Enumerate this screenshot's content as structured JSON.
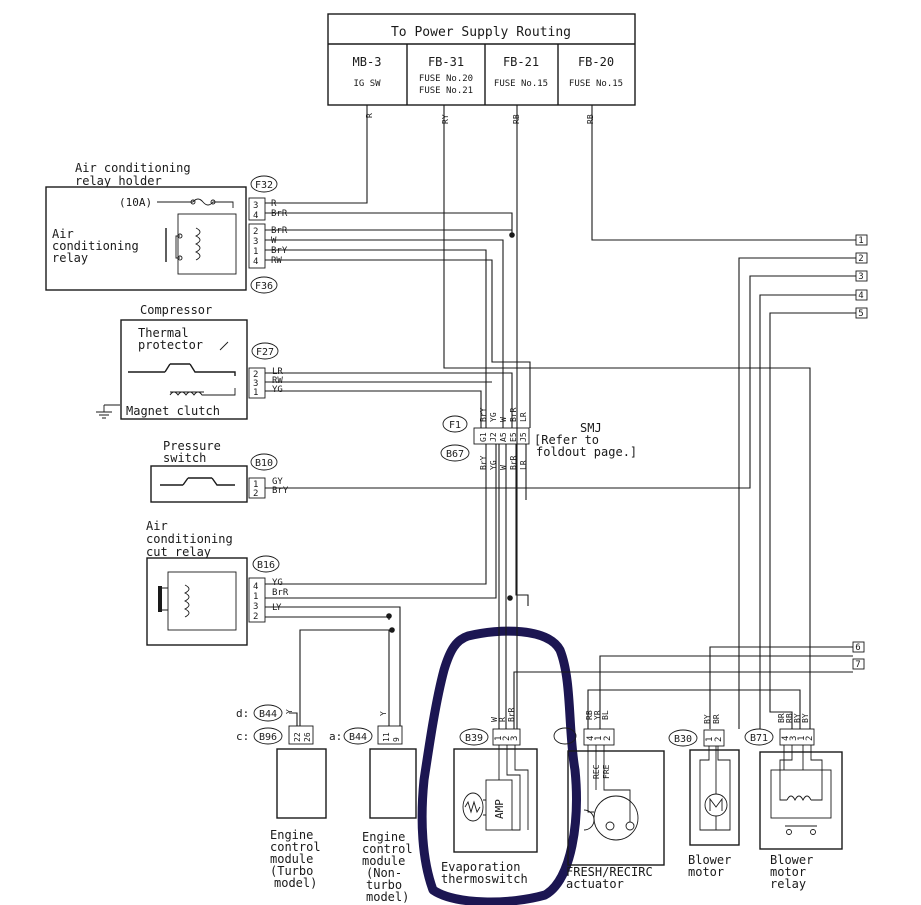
{
  "power": {
    "title": "To Power Supply Routing",
    "cols": [
      {
        "code": "MB-3",
        "l1": "IG SW",
        "l2": ""
      },
      {
        "code": "FB-31",
        "l1": "FUSE No.20",
        "l2": "FUSE No.21"
      },
      {
        "code": "FB-21",
        "l1": "FUSE No.15",
        "l2": ""
      },
      {
        "code": "FB-20",
        "l1": "FUSE No.15",
        "l2": ""
      }
    ],
    "wires": [
      "R",
      "RY",
      "RB",
      "RB"
    ]
  },
  "relay_holder": {
    "title1": "Air conditioning",
    "title2": "relay holder",
    "fuse": "(10A)",
    "relay1": "Air",
    "relay2": "conditioning",
    "relay3": "relay",
    "conn_top": "F32",
    "conn_bottom": "F36",
    "pins": [
      "3",
      "4",
      "2",
      "3",
      "1",
      "4"
    ],
    "wires": [
      "R",
      "BrR",
      "BrR",
      "W",
      "BrY",
      "RW"
    ]
  },
  "compressor": {
    "title": "Compressor",
    "thermal1": "Thermal",
    "thermal2": "protector",
    "clutch": "Magnet clutch",
    "conn": "F27",
    "pins": [
      "2",
      "3",
      "1"
    ],
    "wires": [
      "LR",
      "RW",
      "YG"
    ]
  },
  "smj": {
    "conn_top": "F1",
    "conn_bottom": "B67",
    "title": "SMJ",
    "ref1": "[Refer to",
    "ref2": "foldout page.]",
    "top_wires": [
      "BrY",
      "YG",
      "W",
      "BrR",
      "LR"
    ],
    "pins": [
      "G1",
      "J2",
      "A5",
      "E5",
      "J5"
    ],
    "bottom_wires": [
      "BrY",
      "YG",
      "W",
      "BrR",
      "LR"
    ]
  },
  "pressure_switch": {
    "title1": "Pressure",
    "title2": "switch",
    "conn": "B10",
    "pins": [
      "1",
      "2"
    ],
    "wires": [
      "GY",
      "BrY"
    ]
  },
  "cut_relay": {
    "title1": "Air",
    "title2": "conditioning",
    "title3": "cut relay",
    "conn": "B16",
    "pins": [
      "4",
      "1",
      "3",
      "2"
    ],
    "wires": [
      "YG",
      "BrR",
      "Y",
      "L"
    ]
  },
  "ecm_turbo": {
    "conn_label": "d:",
    "conn": "B44",
    "conn2_label": "c:",
    "conn2": "B96",
    "pins": [
      "22",
      "26"
    ],
    "wire": "Y",
    "name": [
      "Engine",
      "control",
      "module",
      "(Turbo",
      "model)"
    ]
  },
  "ecm_nonturbo": {
    "conn_label": "a:",
    "conn": "B44",
    "pins": [
      "11",
      "9"
    ],
    "wire": "Y",
    "name": [
      "Engine",
      "control",
      "module",
      "(Non-",
      "turbo",
      "model)"
    ]
  },
  "thermoswitch": {
    "conn": "B39",
    "pins": [
      "1",
      "2",
      "3"
    ],
    "wires": [
      "W",
      "R",
      "BrR"
    ],
    "amp": "AMP",
    "name1": "Evaporation",
    "name2": "thermoswitch"
  },
  "actuator": {
    "pins": [
      "4",
      "1",
      "2"
    ],
    "wires": [
      "RB",
      "YR",
      "BL"
    ],
    "inner": [
      "REC",
      "FRE"
    ],
    "name1": "FRESH/RECIRC",
    "name2": "actuator"
  },
  "blower_motor": {
    "conn": "B30",
    "pins": [
      "1",
      "2"
    ],
    "wires": [
      "BY",
      "BR"
    ],
    "name1": "Blower",
    "name2": "motor"
  },
  "blower_relay": {
    "conn": "B71",
    "pins": [
      "4",
      "3",
      "1",
      "2"
    ],
    "wires": [
      "BR",
      "RB",
      "BY",
      "BY"
    ],
    "name1": "Blower",
    "name2": "motor",
    "name3": "relay"
  },
  "terminals": [
    "1",
    "2",
    "3",
    "4",
    "5",
    "6",
    "7"
  ],
  "colors": {
    "ink": "#1a1a1a",
    "highlight": "#1c1652"
  }
}
